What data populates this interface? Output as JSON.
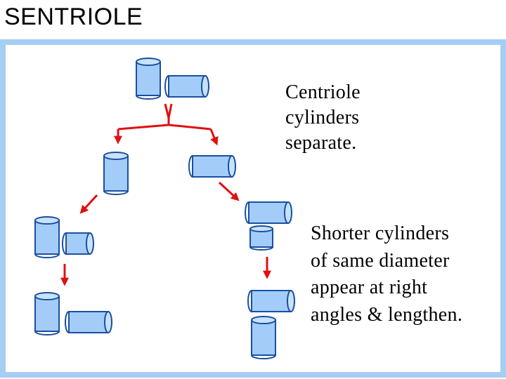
{
  "title": "SENTRIOLE",
  "captions": {
    "separate": "Centriole\ncylinders\nseparate.",
    "shorter": "Shorter cylinders\nof same diameter\nappear at right\nangles & lengthen."
  },
  "colors": {
    "frame": "#a6cdf4",
    "cylinder_fill": "#a3cdf8",
    "cylinder_stroke": "#1a4fa0",
    "arrow": "#e01010"
  }
}
